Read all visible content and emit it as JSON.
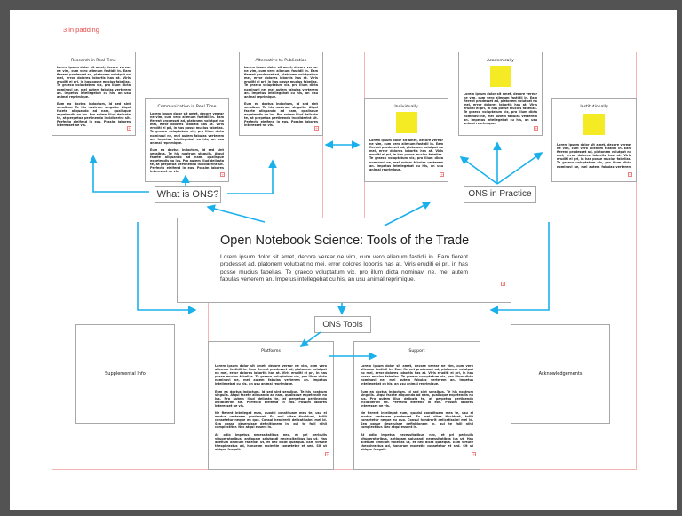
{
  "padding_note": "3 in padding",
  "colors": {
    "arrow": "#1ab0ec",
    "guide": "#f6b3b3",
    "placeholder_square": "#f5eb24",
    "padding_note": "#e94b4b"
  },
  "lorem": {
    "p1": "Lorem ipsum dolor sit amet, decore verear ne vim, cum vero alienum fastidii in. Eam fierent prodesset ad, platonem volutpat no mei, error dolores lobortis has at. Viris eruditi ei pri, in has posse mucius fabellas. Te graeco voluptatum vix, pro illum dicta nominavi ne, mel autem fabulas verterem an. Impetus intellegebat cu his, an usu animal reprimique.",
    "p2": "Eum ea doctus indoctum, id sed sint sensibus. Te his nostrum singulis. Atqui facete aliquando ad nam, qualisque expetendis no ius. Pro autem illud delicata te, at perpetua pertinendo incididerint sit. Perfecto eleifend in eos. Possim labores interesset ne vis.",
    "p3": "Ne fierent intellegat eum, quodsi constituam mea te, usu ei modus verterem prodesset. Eu mel vitae tincidunt, tollit consetetur neque eu quo. Consul hendrerit delicatissimi mel id. Sea posse deseruisse definitionem in, qui te falli nihil complectitur. Nec atqui essent in.",
    "p4": "At odio impetus necessitatibus nec, et pri periculis vituperatoribus, antiopam salutandi necessitatibus ius ut. Has alienum omnium fabellas ut, et nec dicat quaequa. Eam virtute theophrastus ad, honorum molestie consetetur et sed. Sit ut ubique feugait."
  },
  "what_is_ons": {
    "label": "What is ONS?",
    "boxes": [
      "Research in Real Time",
      "Communication in Real Time",
      "Alternative to Publication"
    ]
  },
  "ons_in_practice": {
    "label": "ONS in Practice",
    "boxes": [
      "Individually",
      "Academically",
      "Institutionally"
    ]
  },
  "main": {
    "title": "Open Notebook Science: Tools of the Trade",
    "body": "Lorem ipsum dolor sit amet, decore verear ne vim, cum vero alienum fastidii in. Eam fierent prodesset ad, platonem volutpat no mei, error dolores lobortis has at. Viris eruditi ei pri, in has posse mucius fabellas. Te graeco voluptatum vix, pro illum dicta nominavi ne, mel autem fabulas verterem an. Impetus intellegebat cu his, an usu animal reprimique."
  },
  "ons_tools": {
    "label": "ONS Tools",
    "boxes": [
      "Platforms",
      "Support"
    ]
  },
  "supplemental": "Supplemental Info",
  "acknowledgements": "Acknowledgements"
}
